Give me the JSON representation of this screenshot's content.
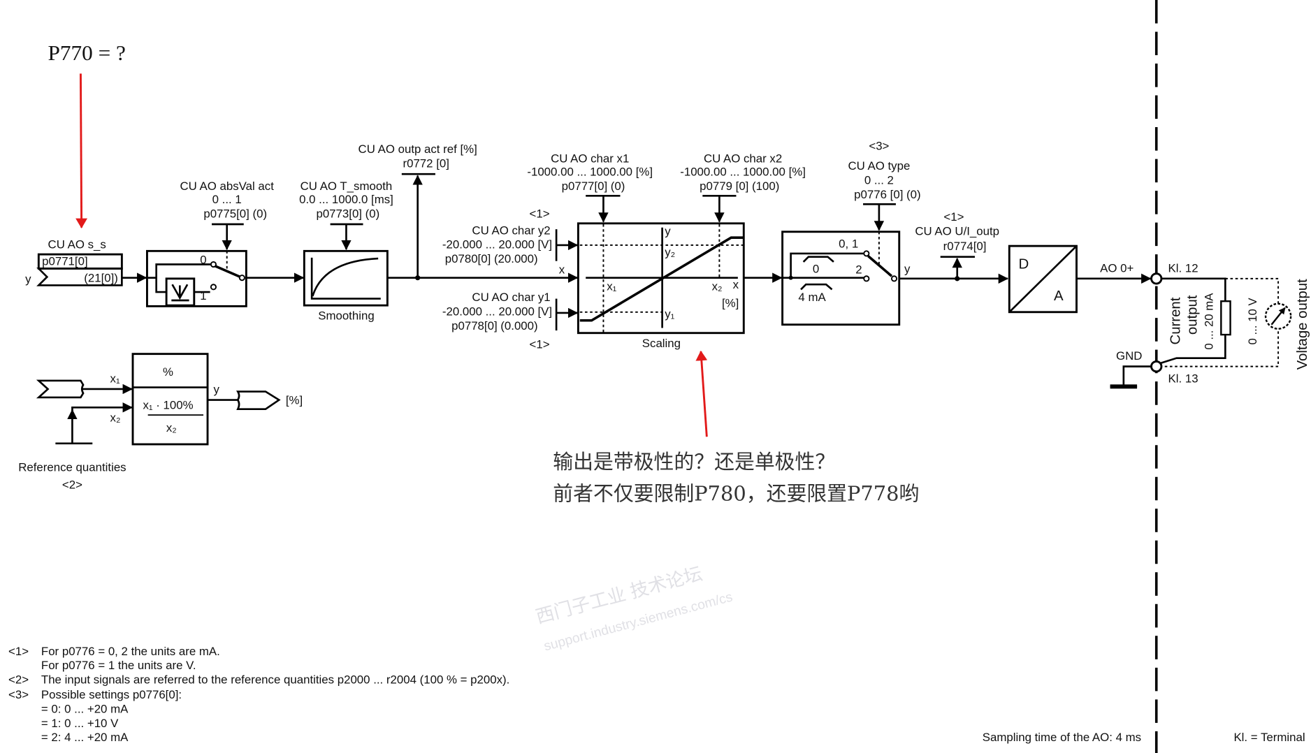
{
  "annotation": {
    "question": "P770 = ?",
    "comment_line1": "输出是带极性的？还是单极性？",
    "comment_line2": "前者不仅要限制P780，还要限置P778哟",
    "color": "#e21a1a"
  },
  "source": {
    "title": "CU AO s_s",
    "param": "p0771[0]",
    "value": "(21[0])",
    "y": "y"
  },
  "absval": {
    "title": "CU AO absVal act",
    "range": "0 ... 1",
    "param": "p0775[0] (0)",
    "pos0": "0",
    "pos1": "1"
  },
  "smoothing": {
    "title": "CU AO T_smooth",
    "range": "0.0 ... 1000.0  [ms]",
    "param": "p0773[0] (0)",
    "label": "Smoothing"
  },
  "outref": {
    "title": "CU AO outp act ref [%]",
    "param": "r0772 [0]"
  },
  "char_x1": {
    "title": "CU AO char x1",
    "range": "-1000.00 ... 1000.00  [%]",
    "param": "p0777[0] (0)"
  },
  "char_x2": {
    "title": "CU AO char x2",
    "range": "-1000.00 ... 1000.00  [%]",
    "param": "p0779 [0] (100)"
  },
  "char_y2": {
    "title": "CU AO char y2",
    "range": "-20.000 ... 20.000  [V]",
    "param": "p0780[0] (20.000)"
  },
  "char_y1": {
    "title": "CU AO char y1",
    "range": "-20.000 ... 20.000  [V]",
    "param": "p0778[0] (0.000)"
  },
  "scaling": {
    "label": "Scaling",
    "x": "x",
    "y": "y",
    "x1": "x₁",
    "x2": "x₂",
    "y1": "y₁",
    "y2": "y₂",
    "unit": "[%]",
    "in_x": "x",
    "note": "<1>"
  },
  "aotype": {
    "note": "<3>",
    "title": "CU AO type",
    "range": "0 ... 2",
    "param": "p0776 [0] (0)",
    "pos01": "0, 1",
    "pos2": "2",
    "zero": "0",
    "four_ma": "4 mA",
    "y": "y"
  },
  "uioutp": {
    "note": "<1>",
    "title": "CU AO U/I_outp",
    "param": "r0774[0]"
  },
  "dac": {
    "d": "D",
    "a": "A",
    "ao": "AO 0+"
  },
  "terminal": {
    "kl12": "Kl. 12",
    "kl13": "Kl. 13",
    "gnd": "GND",
    "current_1": "Current",
    "current_2": "output",
    "current_range": "0 ... 20 mA",
    "voltage_range": "0 ... 10 V",
    "voltage": "Voltage output"
  },
  "reference": {
    "pct": "%",
    "x1": "x₁",
    "x2": "x₂",
    "formula": "x₁ · 100%",
    "den": "x₂",
    "y": "y",
    "unit": "[%]",
    "label": "Reference quantities",
    "note": "<2>"
  },
  "footnotes": [
    {
      "tag": "<1>",
      "text": "For p0776 = 0, 2 the units are mA."
    },
    {
      "tag": "",
      "text": "For p0776 = 1 the units are V."
    },
    {
      "tag": "<2>",
      "text": "The input signals are referred to the reference quantities p2000 ... r2004 (100 % = p200x)."
    },
    {
      "tag": "<3>",
      "text": "Possible settings p0776[0]:"
    },
    {
      "tag": "",
      "text": "= 0:  0  ... +20 mA"
    },
    {
      "tag": "",
      "text": "= 1:  0  ... +10 V"
    },
    {
      "tag": "",
      "text": "= 2:  4  ... +20 mA"
    }
  ],
  "sampling": "Sampling time of the AO: 4 ms",
  "legend_kl": "Kl. = Terminal",
  "watermark": {
    "line1": "西门子工业  技术论坛",
    "line2": "support.industry.siemens.com/cs"
  }
}
